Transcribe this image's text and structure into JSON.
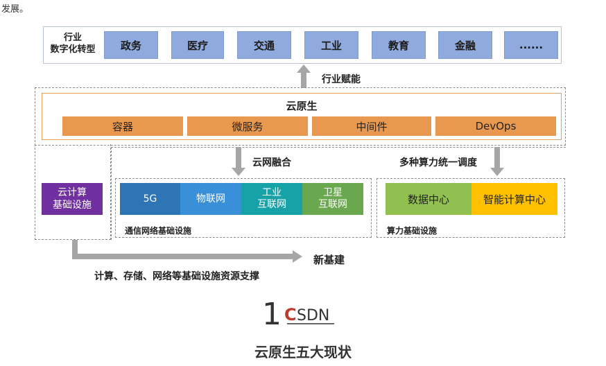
{
  "top_text": "发展。",
  "industry": {
    "label_line1": "行业",
    "label_line2": "数字化转型",
    "items": [
      "政务",
      "医疗",
      "交通",
      "工业",
      "教育",
      "金融",
      "......"
    ],
    "empower_label": "行业赋能"
  },
  "cloud_native": {
    "title": "云原生",
    "items": [
      "容器",
      "微服务",
      "中间件",
      "DevOps"
    ]
  },
  "cloud_network_label": "云网融合",
  "compute_schedule_label": "多种算力统一调度",
  "cloud_computing": {
    "line1": "云计算",
    "line2": "基础设施"
  },
  "comm_infra": {
    "items": [
      {
        "line1": "5G",
        "line2": ""
      },
      {
        "line1": "物联网",
        "line2": ""
      },
      {
        "line1": "工业",
        "line2": "互联网"
      },
      {
        "line1": "卫星",
        "line2": "互联网"
      }
    ],
    "label": "通信网络基础设施"
  },
  "compute_infra": {
    "items": [
      "数据中心",
      "智能计算中心"
    ],
    "label": "算力基础设施"
  },
  "new_infra_label": "新基建",
  "support_label": "计算、存储、网络等基础设施资源支撑",
  "watermark": {
    "number": "1",
    "logo_text": "CSDN"
  },
  "caption": "云原生五大现状",
  "colors": {
    "industry_box": "#8faadc",
    "cloud_native_box": "#e9994f",
    "comm": [
      "#2e75b6",
      "#3a8fd9",
      "#17a2a8",
      "#6aa84f"
    ],
    "data_center": "#92c050",
    "ai_center": "#ffc000",
    "cloud_computing": "#7030a0",
    "arrow": "#a6a6a6"
  }
}
